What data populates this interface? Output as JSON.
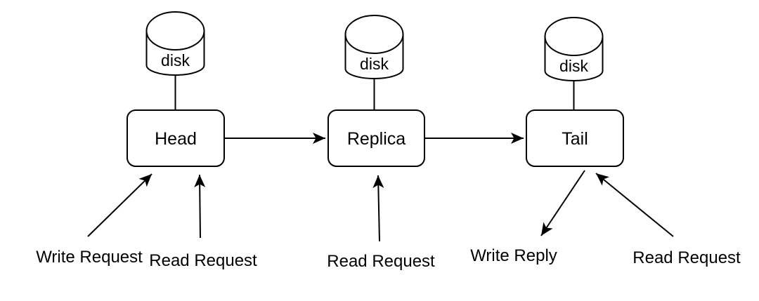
{
  "diagram": {
    "type": "chain-replication-architecture",
    "colors": {
      "background": "#ffffff",
      "line": "#000000",
      "text": "#000000",
      "node_fill": "#ffffff"
    },
    "nodes": [
      {
        "label": "Head",
        "disk_label": "disk"
      },
      {
        "label": "Replica",
        "disk_label": "disk"
      },
      {
        "label": "Tail",
        "disk_label": "disk"
      }
    ],
    "chain_edges": [
      {
        "from": "Head",
        "to": "Replica"
      },
      {
        "from": "Replica",
        "to": "Tail"
      }
    ],
    "client_arrows": [
      {
        "label": "Write Request",
        "target": "Head",
        "direction": "incoming"
      },
      {
        "label": "Read Request",
        "target": "Head",
        "direction": "incoming"
      },
      {
        "label": "Read Request",
        "target": "Replica",
        "direction": "incoming"
      },
      {
        "label": "Write Reply",
        "target": "Tail",
        "direction": "outgoing"
      },
      {
        "label": "Read Request",
        "target": "Tail",
        "direction": "incoming"
      }
    ]
  }
}
